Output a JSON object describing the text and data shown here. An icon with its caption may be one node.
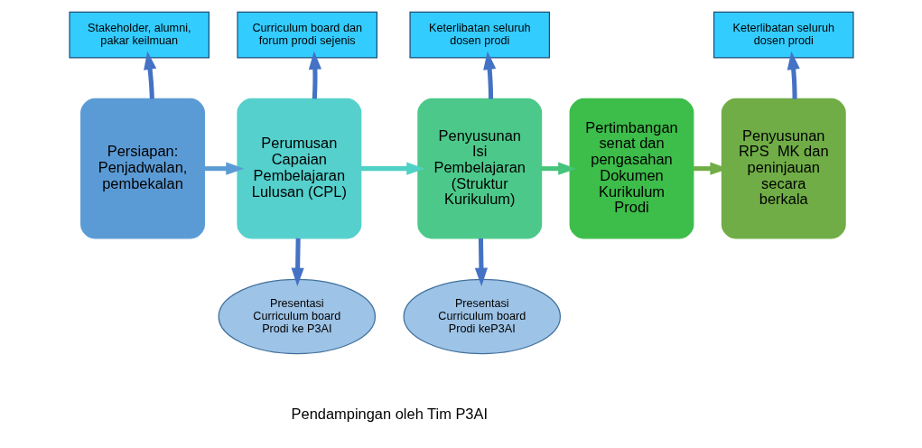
{
  "diagram": {
    "nodes": [
      {
        "text": [
          "Stakeholder, alumni, pakar keilmuan"
        ]
      },
      {
        "text": [
          "Curriculum board dan forum prodi sejenis"
        ]
      },
      {
        "text": [
          "Keterlibatan seluruh dosen prodi"
        ]
      },
      {
        "text": [
          "Keterlibatan seluruh dosen prodi"
        ]
      },
      {
        "text": [
          "Persiapan: Penjadwalan, pembekalan"
        ]
      },
      {
        "text": [
          "Perumusan Capaian Pembelajaran Lulusan (CPL)"
        ]
      },
      {
        "text": [
          "Penyusunan Isi Pembelajaran (Struktur Kurikulum)"
        ]
      },
      {
        "text": [
          "Pertimbangan senat dan pengasahan Dokumen Kurikulum Prodi"
        ]
      },
      {
        "text": [
          "Penyusunan RPS  MK dan peninjauan secara berkala"
        ]
      },
      {
        "text": [
          "Presentasi Curriculum board Prodi ke P3AI"
        ]
      },
      {
        "text": [
          "Presentasi Curriculum board Prodi keP3AI"
        ]
      }
    ],
    "edges": [
      {
        "from": 4,
        "to": 0,
        "arrow": "to"
      },
      {
        "from": 5,
        "to": 1,
        "arrow": "to"
      },
      {
        "from": 6,
        "to": 2,
        "arrow": "to"
      },
      {
        "from": 8,
        "to": 3,
        "arrow": "to"
      },
      {
        "from": 4,
        "to": 5,
        "arrow": "to",
        "color": "#5b9bd5"
      },
      {
        "from": 5,
        "to": 6,
        "arrow": "to",
        "color": "#4fd1c5"
      },
      {
        "from": 6,
        "to": 7,
        "arrow": "to",
        "color": "#45c47a"
      },
      {
        "from": 7,
        "to": 8,
        "arrow": "to",
        "color": "#70ad47"
      },
      {
        "from": 5,
        "to": 9,
        "arrow": "to"
      },
      {
        "from": 6,
        "to": 10,
        "arrow": "to"
      }
    ],
    "labels": [
      "Pendampingan oleh Tim P3AI"
    ]
  }
}
